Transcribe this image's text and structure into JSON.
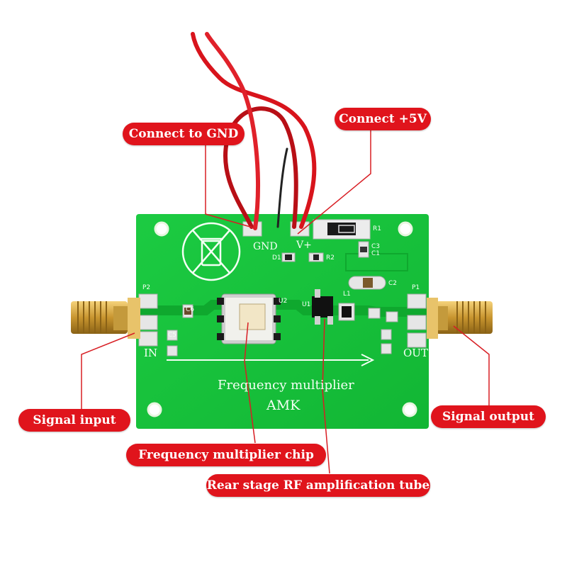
{
  "callouts": {
    "gnd": "Connect to GND",
    "vplus": "Connect +5V",
    "signal_input": "Signal input",
    "signal_output": "Signal output",
    "multiplier_chip": "Frequency multiplier chip",
    "rf_tube": "Rear stage RF amplification tube"
  },
  "board": {
    "title": "Frequency multiplier",
    "brand": "AMK",
    "gnd_label": "GND",
    "vplus_label": "V+",
    "in_label": "IN",
    "out_label": "OUT",
    "designators": {
      "p1": "P1",
      "p2": "P2",
      "r1": "R1",
      "r2": "R2",
      "c1": "C1",
      "c2": "C2",
      "c3": "C3",
      "c5": "C5",
      "c6": "C6",
      "u1": "U1",
      "u2": "U2",
      "d1": "D1",
      "l1": "L1"
    }
  },
  "colors": {
    "board": "#17c43a",
    "callout": "#e0141c",
    "wire_red": "#d8141c",
    "sma_gold": "#d9a84a"
  }
}
